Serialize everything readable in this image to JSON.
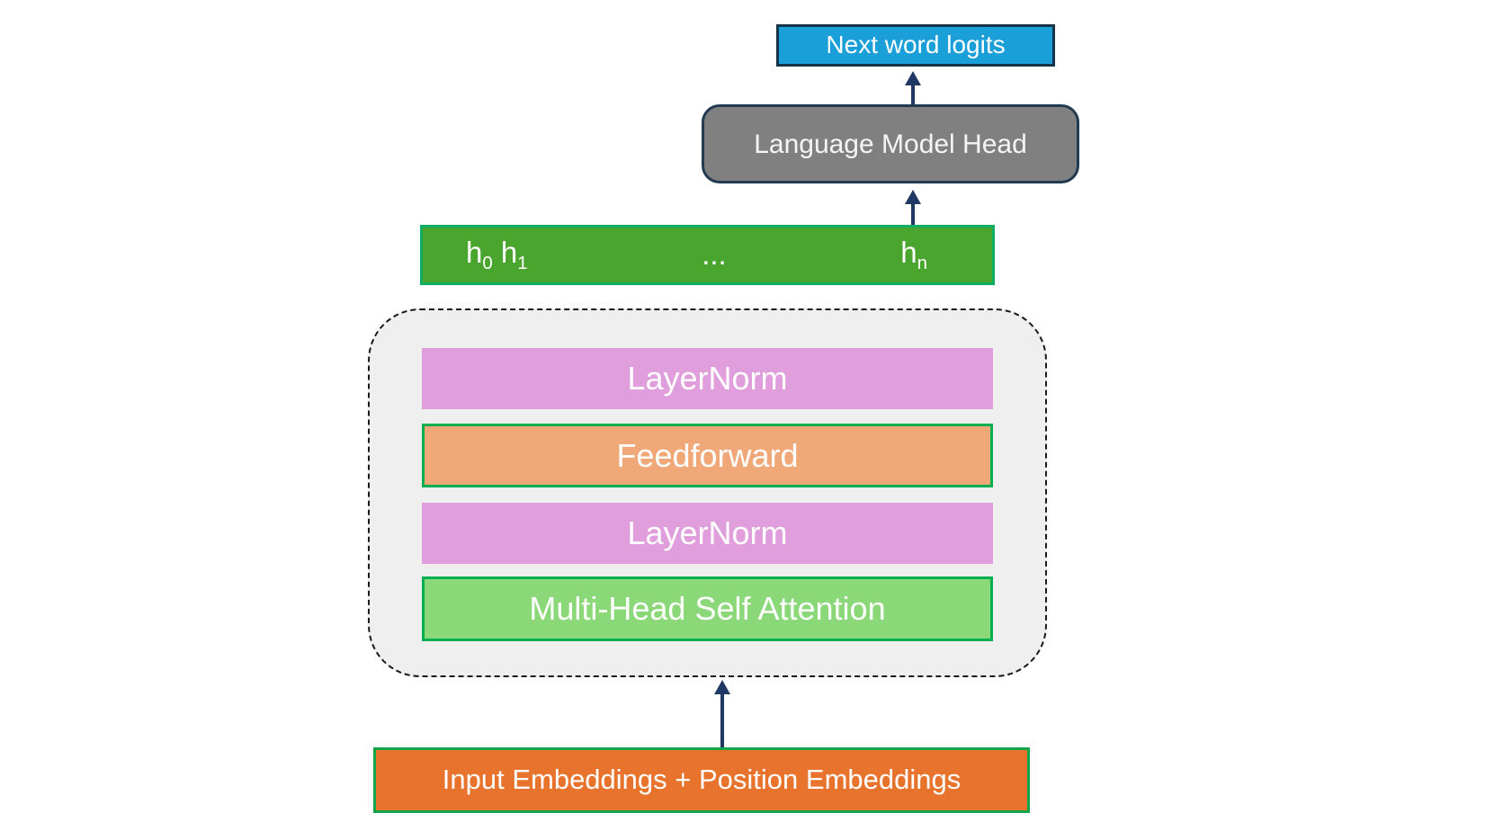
{
  "nodes": {
    "next_word_logits": {
      "label": "Next word logits",
      "fill": "#1B9FD9",
      "border_color": "#153349"
    },
    "language_model_head": {
      "label": "Language Model Head",
      "fill": "#808080",
      "border_color": "#233B52"
    },
    "hidden_states_bar": {
      "fill": "#4AA52E",
      "border_color": "#0FAE64",
      "tokens": [
        {
          "base": "h",
          "sub": "0"
        },
        {
          "base": "h",
          "sub": "1"
        }
      ],
      "ellipsis": "...",
      "last_token": {
        "base": "h",
        "sub": "n"
      }
    },
    "transformer_block": {
      "fill": "#F0EFF0",
      "border_style": "dashed",
      "layers": [
        {
          "label": "LayerNorm",
          "fill": "#E09EDC"
        },
        {
          "label": "Feedforward",
          "fill": "#F0A878",
          "border_color": "#00B050"
        },
        {
          "label": "LayerNorm",
          "fill": "#E09EDC"
        },
        {
          "label": "Multi-Head Self Attention",
          "fill": "#8BD878",
          "border_color": "#00B050"
        }
      ]
    },
    "input_embeddings": {
      "label": "Input Embeddings + Position Embeddings",
      "fill": "#E8732C",
      "border_color": "#12A64B"
    }
  },
  "arrows": {
    "color": "#1F3864",
    "connections": [
      {
        "from": "language_model_head",
        "to": "next_word_logits"
      },
      {
        "from": "hidden_states_bar",
        "to": "language_model_head"
      },
      {
        "from": "input_embeddings",
        "to": "transformer_block"
      }
    ]
  }
}
